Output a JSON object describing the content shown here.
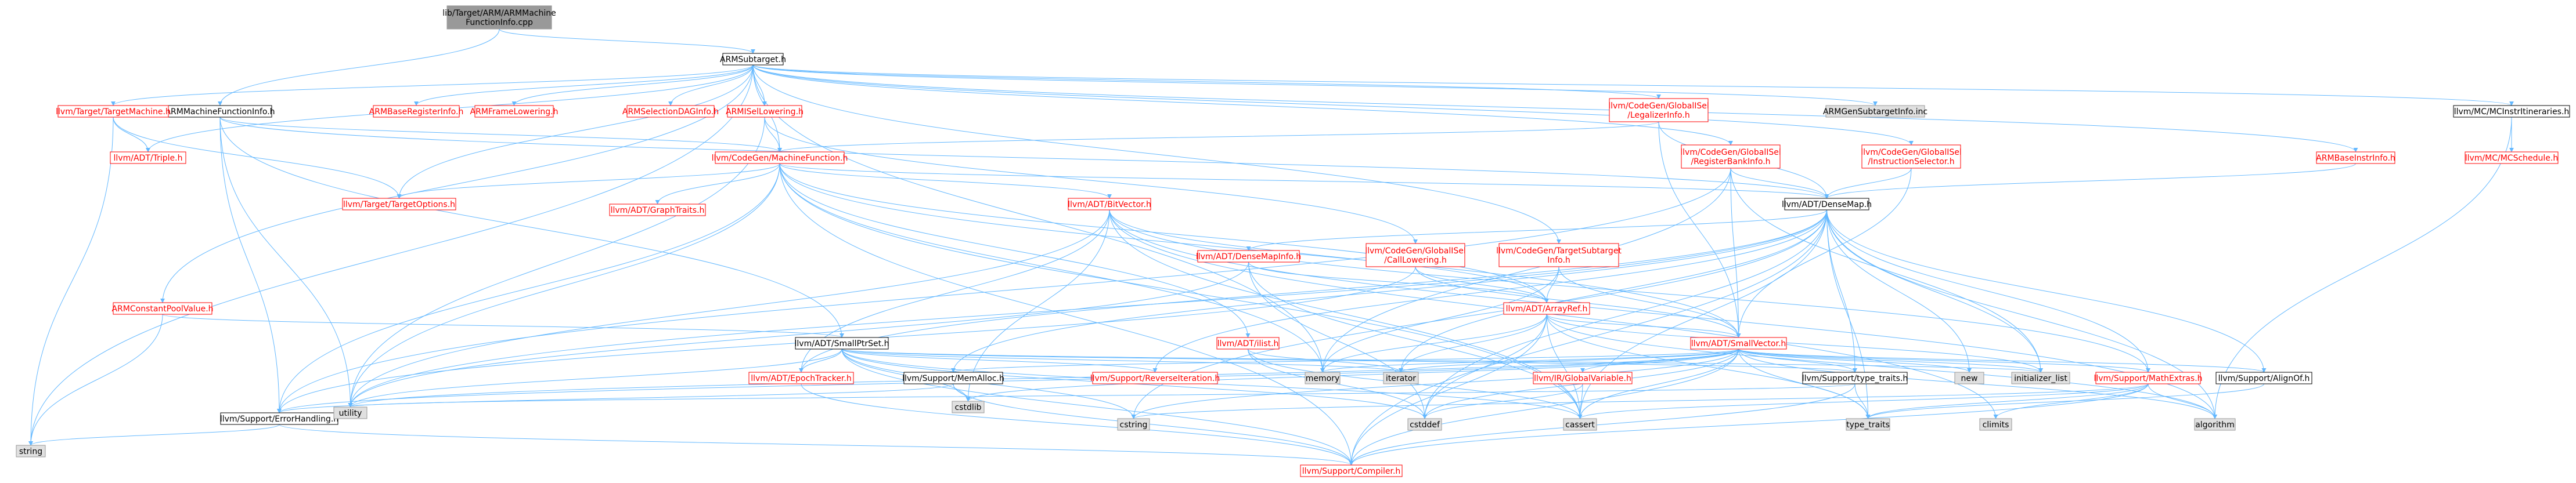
{
  "colors": {
    "edge": "#63b8ff",
    "border_plain": "#000000",
    "border_link": "#ff0000",
    "border_system": "#999999",
    "fill_root": "#999999",
    "fill_plain": "#ffffff",
    "fill_system": "#e0e0e0",
    "text_plain": "#000000",
    "text_link": "#ff0000"
  },
  "nodes": [
    {
      "id": "root",
      "lines": [
        "lib/Target/ARM/ARMMachine",
        "FunctionInfo.cpp"
      ],
      "kind": "root"
    },
    {
      "id": "armsubtarget",
      "lines": [
        "ARMSubtarget.h"
      ],
      "kind": "plain"
    },
    {
      "id": "armmfi",
      "lines": [
        "ARMMachineFunctionInfo.h"
      ],
      "kind": "plain"
    },
    {
      "id": "targetmachine",
      "lines": [
        "llvm/Target/TargetMachine.h"
      ],
      "kind": "link"
    },
    {
      "id": "basereginfo",
      "lines": [
        "ARMBaseRegisterInfo.h"
      ],
      "kind": "link"
    },
    {
      "id": "framelowering",
      "lines": [
        "ARMFrameLowering.h"
      ],
      "kind": "link"
    },
    {
      "id": "seldaginfo",
      "lines": [
        "ARMSelectionDAGInfo.h"
      ],
      "kind": "link"
    },
    {
      "id": "isellowering",
      "lines": [
        "ARMISelLowering.h"
      ],
      "kind": "link"
    },
    {
      "id": "legalizerinfo",
      "lines": [
        "llvm/CodeGen/GlobalISel",
        "/LegalizerInfo.h"
      ],
      "kind": "link"
    },
    {
      "id": "gensubtargetinfo",
      "lines": [
        "ARMGenSubtargetInfo.inc"
      ],
      "kind": "system"
    },
    {
      "id": "mcinstritineraries",
      "lines": [
        "llvm/MC/MCInstrItineraries.h"
      ],
      "kind": "plain"
    },
    {
      "id": "triple",
      "lines": [
        "llvm/ADT/Triple.h"
      ],
      "kind": "link"
    },
    {
      "id": "machinefunction",
      "lines": [
        "llvm/CodeGen/MachineFunction.h"
      ],
      "kind": "link"
    },
    {
      "id": "registerbankinfo",
      "lines": [
        "llvm/CodeGen/GlobalISel",
        "/RegisterBankInfo.h"
      ],
      "kind": "link"
    },
    {
      "id": "instructionselector",
      "lines": [
        "llvm/CodeGen/GlobalISel",
        "/InstructionSelector.h"
      ],
      "kind": "link"
    },
    {
      "id": "basinstrinfo",
      "lines": [
        "ARMBaseInstrInfo.h"
      ],
      "kind": "link"
    },
    {
      "id": "mcschedule",
      "lines": [
        "llvm/MC/MCSchedule.h"
      ],
      "kind": "link"
    },
    {
      "id": "targetoptions",
      "lines": [
        "llvm/Target/TargetOptions.h"
      ],
      "kind": "link"
    },
    {
      "id": "graphtraits",
      "lines": [
        "llvm/ADT/GraphTraits.h"
      ],
      "kind": "link"
    },
    {
      "id": "bitvector",
      "lines": [
        "llvm/ADT/BitVector.h"
      ],
      "kind": "link"
    },
    {
      "id": "densemap",
      "lines": [
        "llvm/ADT/DenseMap.h"
      ],
      "kind": "plain"
    },
    {
      "id": "constantpoolvalue",
      "lines": [
        "ARMConstantPoolValue.h"
      ],
      "kind": "link"
    },
    {
      "id": "densemapinfo",
      "lines": [
        "llvm/ADT/DenseMapInfo.h"
      ],
      "kind": "link"
    },
    {
      "id": "calllowering",
      "lines": [
        "llvm/CodeGen/GlobalISel",
        "/CallLowering.h"
      ],
      "kind": "link"
    },
    {
      "id": "targetsubtargetinfo",
      "lines": [
        "llvm/CodeGen/TargetSubtarget",
        "Info.h"
      ],
      "kind": "link"
    },
    {
      "id": "arrayref",
      "lines": [
        "llvm/ADT/ArrayRef.h"
      ],
      "kind": "link"
    },
    {
      "id": "smallptrset",
      "lines": [
        "llvm/ADT/SmallPtrSet.h"
      ],
      "kind": "plain"
    },
    {
      "id": "ilist",
      "lines": [
        "llvm/ADT/ilist.h"
      ],
      "kind": "link"
    },
    {
      "id": "smallvector",
      "lines": [
        "llvm/ADT/SmallVector.h"
      ],
      "kind": "link"
    },
    {
      "id": "epochtracker",
      "lines": [
        "llvm/ADT/EpochTracker.h"
      ],
      "kind": "link"
    },
    {
      "id": "memalloc",
      "lines": [
        "llvm/Support/MemAlloc.h"
      ],
      "kind": "plain"
    },
    {
      "id": "reverseiteration",
      "lines": [
        "llvm/Support/ReverseIteration.h"
      ],
      "kind": "link"
    },
    {
      "id": "memory",
      "lines": [
        "memory"
      ],
      "kind": "system"
    },
    {
      "id": "iterator",
      "lines": [
        "iterator"
      ],
      "kind": "system"
    },
    {
      "id": "globalvariable",
      "lines": [
        "llvm/IR/GlobalVariable.h"
      ],
      "kind": "link"
    },
    {
      "id": "typetraits_h",
      "lines": [
        "llvm/Support/type_traits.h"
      ],
      "kind": "plain"
    },
    {
      "id": "new",
      "lines": [
        "new"
      ],
      "kind": "system"
    },
    {
      "id": "initializer_list",
      "lines": [
        "initializer_list"
      ],
      "kind": "system"
    },
    {
      "id": "mathextras",
      "lines": [
        "llvm/Support/MathExtras.h"
      ],
      "kind": "link"
    },
    {
      "id": "alignof",
      "lines": [
        "llvm/Support/AlignOf.h"
      ],
      "kind": "plain"
    },
    {
      "id": "errorhandling",
      "lines": [
        "llvm/Support/ErrorHandling.h"
      ],
      "kind": "plain"
    },
    {
      "id": "utility",
      "lines": [
        "utility"
      ],
      "kind": "system"
    },
    {
      "id": "cstdlib",
      "lines": [
        "cstdlib"
      ],
      "kind": "system"
    },
    {
      "id": "cstring",
      "lines": [
        "cstring"
      ],
      "kind": "system"
    },
    {
      "id": "cstddef",
      "lines": [
        "cstddef"
      ],
      "kind": "system"
    },
    {
      "id": "cassert",
      "lines": [
        "cassert"
      ],
      "kind": "system"
    },
    {
      "id": "type_traits",
      "lines": [
        "type_traits"
      ],
      "kind": "system"
    },
    {
      "id": "climits",
      "lines": [
        "climits"
      ],
      "kind": "system"
    },
    {
      "id": "algorithm",
      "lines": [
        "algorithm"
      ],
      "kind": "system"
    },
    {
      "id": "string",
      "lines": [
        "string"
      ],
      "kind": "system"
    },
    {
      "id": "compiler",
      "lines": [
        "llvm/Support/Compiler.h"
      ],
      "kind": "link"
    }
  ],
  "edges": [
    [
      "root",
      "armsubtarget"
    ],
    [
      "root",
      "armmfi"
    ],
    [
      "armsubtarget",
      "targetmachine"
    ],
    [
      "armsubtarget",
      "basereginfo"
    ],
    [
      "armsubtarget",
      "framelowering"
    ],
    [
      "armsubtarget",
      "seldaginfo"
    ],
    [
      "armsubtarget",
      "isellowering"
    ],
    [
      "armsubtarget",
      "legalizerinfo"
    ],
    [
      "armsubtarget",
      "gensubtargetinfo"
    ],
    [
      "armsubtarget",
      "mcinstritineraries"
    ],
    [
      "armsubtarget",
      "triple"
    ],
    [
      "armsubtarget",
      "machinefunction"
    ],
    [
      "armsubtarget",
      "registerbankinfo"
    ],
    [
      "armsubtarget",
      "instructionselector"
    ],
    [
      "armsubtarget",
      "basinstrinfo"
    ],
    [
      "armsubtarget",
      "constantpoolvalue"
    ],
    [
      "armsubtarget",
      "targetoptions"
    ],
    [
      "armsubtarget",
      "targetsubtargetinfo"
    ],
    [
      "armsubtarget",
      "memory"
    ],
    [
      "armsubtarget",
      "string"
    ],
    [
      "armmfi",
      "machinefunction"
    ],
    [
      "armmfi",
      "densemap"
    ],
    [
      "armmfi",
      "smallptrset"
    ],
    [
      "armmfi",
      "errorhandling"
    ],
    [
      "armmfi",
      "utility"
    ],
    [
      "targetmachine",
      "triple"
    ],
    [
      "targetmachine",
      "targetoptions"
    ],
    [
      "targetmachine",
      "string"
    ],
    [
      "isellowering",
      "machinefunction"
    ],
    [
      "isellowering",
      "calllowering"
    ],
    [
      "isellowering",
      "utility"
    ],
    [
      "legalizerinfo",
      "machinefunction"
    ],
    [
      "legalizerinfo",
      "densemap"
    ],
    [
      "legalizerinfo",
      "smallvector"
    ],
    [
      "mcinstritineraries",
      "mcschedule"
    ],
    [
      "mcinstritineraries",
      "algorithm"
    ],
    [
      "machinefunction",
      "targetoptions"
    ],
    [
      "machinefunction",
      "graphtraits"
    ],
    [
      "machinefunction",
      "bitvector"
    ],
    [
      "machinefunction",
      "densemap"
    ],
    [
      "machinefunction",
      "arrayref"
    ],
    [
      "machinefunction",
      "smallvector"
    ],
    [
      "machinefunction",
      "ilist"
    ],
    [
      "machinefunction",
      "errorhandling"
    ],
    [
      "machinefunction",
      "compiler"
    ],
    [
      "machinefunction",
      "memory"
    ],
    [
      "machinefunction",
      "utility"
    ],
    [
      "machinefunction",
      "cassert"
    ],
    [
      "registerbankinfo",
      "densemap"
    ],
    [
      "registerbankinfo",
      "smallvector"
    ],
    [
      "registerbankinfo",
      "errorhandling"
    ],
    [
      "registerbankinfo",
      "initializer_list"
    ],
    [
      "registerbankinfo",
      "memory"
    ],
    [
      "instructionselector",
      "densemap"
    ],
    [
      "instructionselector",
      "smallvector"
    ],
    [
      "instructionselector",
      "cstdint"
    ],
    [
      "basinstrinfo",
      "densemap"
    ],
    [
      "bitvector",
      "arrayref"
    ],
    [
      "bitvector",
      "epochtracker"
    ],
    [
      "bitvector",
      "mathextras"
    ],
    [
      "bitvector",
      "algorithm"
    ],
    [
      "bitvector",
      "cassert"
    ],
    [
      "bitvector",
      "climits"
    ],
    [
      "bitvector",
      "cstdint"
    ],
    [
      "bitvector",
      "cstdlib"
    ],
    [
      "bitvector",
      "utility"
    ],
    [
      "densemap",
      "densemapinfo"
    ],
    [
      "densemap",
      "epochtracker"
    ],
    [
      "densemap",
      "alignof"
    ],
    [
      "densemap",
      "compiler"
    ],
    [
      "densemap",
      "mathextras"
    ],
    [
      "densemap",
      "memalloc"
    ],
    [
      "densemap",
      "reverseiteration"
    ],
    [
      "densemap",
      "typetraits_h"
    ],
    [
      "densemap",
      "algorithm"
    ],
    [
      "densemap",
      "cassert"
    ],
    [
      "densemap",
      "cstddef"
    ],
    [
      "densemap",
      "cstring"
    ],
    [
      "densemap",
      "initializer_list"
    ],
    [
      "densemap",
      "iterator"
    ],
    [
      "densemap",
      "new"
    ],
    [
      "densemap",
      "type_traits"
    ],
    [
      "densemap",
      "utility"
    ],
    [
      "constantpoolvalue",
      "smallptrset"
    ],
    [
      "constantpoolvalue",
      "string"
    ],
    [
      "densemapinfo",
      "arrayref"
    ],
    [
      "densemapinfo",
      "cassert"
    ],
    [
      "densemapinfo",
      "cstddef"
    ],
    [
      "densemapinfo",
      "utility"
    ],
    [
      "calllowering",
      "arrayref"
    ],
    [
      "calllowering",
      "smallvector"
    ],
    [
      "calllowering",
      "errorhandling"
    ],
    [
      "targetsubtargetinfo",
      "arrayref"
    ],
    [
      "targetsubtargetinfo",
      "smallvector"
    ],
    [
      "targetsubtargetinfo",
      "memory"
    ],
    [
      "arrayref",
      "smallvector"
    ],
    [
      "arrayref",
      "compiler"
    ],
    [
      "arrayref",
      "algorithm"
    ],
    [
      "arrayref",
      "array"
    ],
    [
      "arrayref",
      "cassert"
    ],
    [
      "arrayref",
      "cstddef"
    ],
    [
      "arrayref",
      "initializer_list"
    ],
    [
      "arrayref",
      "iterator"
    ],
    [
      "arrayref",
      "memory"
    ],
    [
      "arrayref",
      "type_traits"
    ],
    [
      "arrayref",
      "vector"
    ],
    [
      "smallptrset",
      "epochtracker"
    ],
    [
      "smallptrset",
      "compiler"
    ],
    [
      "smallptrset",
      "reverseiteration"
    ],
    [
      "smallptrset",
      "typetraits_h"
    ],
    [
      "smallptrset",
      "cassert"
    ],
    [
      "smallptrset",
      "cstddef"
    ],
    [
      "smallptrset",
      "cstdlib"
    ],
    [
      "smallptrset",
      "cstring"
    ],
    [
      "smallptrset",
      "initializer_list"
    ],
    [
      "smallptrset",
      "iterator"
    ],
    [
      "smallptrset",
      "utility"
    ],
    [
      "ilist",
      "iterator"
    ],
    [
      "ilist",
      "cassert"
    ],
    [
      "ilist",
      "cstddef"
    ],
    [
      "smallvector",
      "compiler"
    ],
    [
      "smallvector",
      "typetraits_h"
    ],
    [
      "smallvector",
      "algorithm"
    ],
    [
      "smallvector",
      "cassert"
    ],
    [
      "smallvector",
      "cstddef"
    ],
    [
      "smallvector",
      "cstdlib"
    ],
    [
      "smallvector",
      "cstring"
    ],
    [
      "smallvector",
      "functional"
    ],
    [
      "smallvector",
      "initializer_list"
    ],
    [
      "smallvector",
      "iterator"
    ],
    [
      "smallvector",
      "limits"
    ],
    [
      "smallvector",
      "memory"
    ],
    [
      "smallvector",
      "new"
    ],
    [
      "smallvector",
      "type_traits"
    ],
    [
      "smallvector",
      "utility"
    ],
    [
      "smallvector",
      "globalvariable"
    ],
    [
      "smallvector",
      "mathextras"
    ],
    [
      "smallvector",
      "alignof"
    ],
    [
      "smallvector",
      "errorhandling"
    ],
    [
      "smallvector",
      "memalloc"
    ],
    [
      "epochtracker",
      "compiler"
    ],
    [
      "memalloc",
      "compiler"
    ],
    [
      "memalloc",
      "errorhandling"
    ],
    [
      "memalloc",
      "cstdlib"
    ],
    [
      "typetraits_h",
      "type_traits"
    ],
    [
      "typetraits_h",
      "utility"
    ],
    [
      "typetraits_h",
      "compiler"
    ],
    [
      "mathextras",
      "compiler"
    ],
    [
      "mathextras",
      "algorithm"
    ],
    [
      "mathextras",
      "cassert"
    ],
    [
      "mathextras",
      "climits"
    ],
    [
      "mathextras",
      "cstring"
    ],
    [
      "mathextras",
      "limits"
    ],
    [
      "mathextras",
      "type_traits"
    ],
    [
      "alignof",
      "type_traits"
    ],
    [
      "errorhandling",
      "compiler"
    ],
    [
      "errorhandling",
      "string"
    ],
    [
      "globalvariable",
      "cassert"
    ],
    [
      "globalvariable",
      "cstddef"
    ]
  ]
}
